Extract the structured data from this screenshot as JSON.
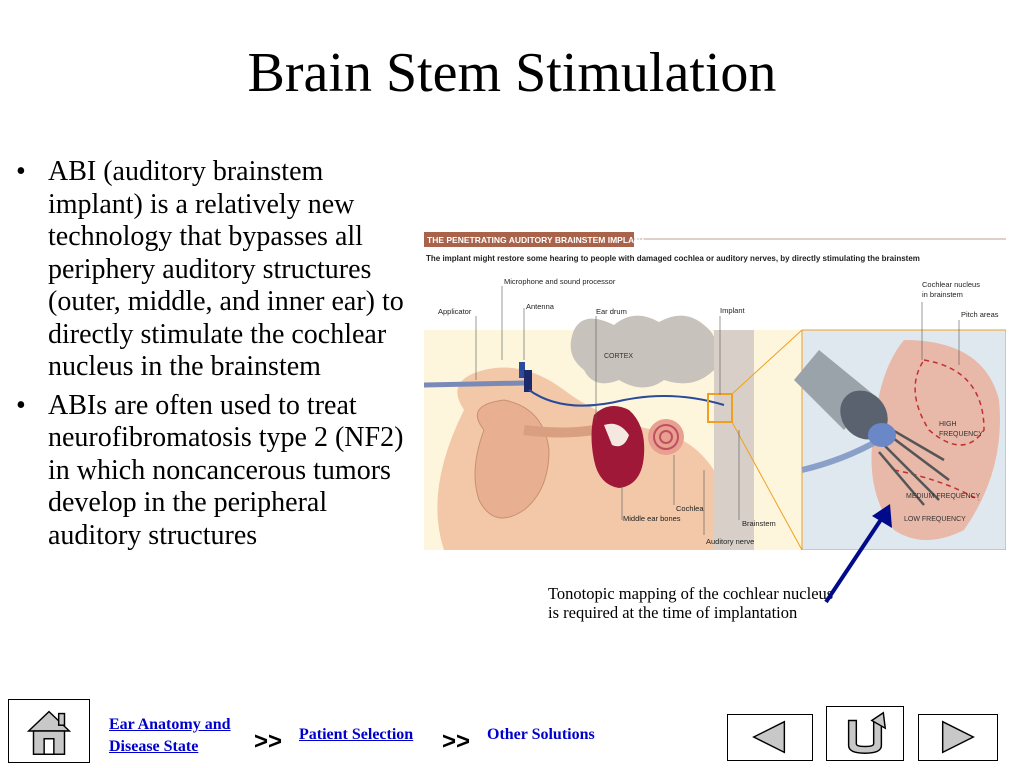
{
  "slide": {
    "title": "Brain Stem Stimulation",
    "bullets": [
      "ABI (auditory brainstem implant) is a relatively new technology that bypasses all periphery auditory structures (outer, middle, and inner ear) to directly stimulate the cochlear nucleus in the brainstem",
      "ABIs are often used to treat neurofibromatosis type 2 (NF2) in which noncancerous tumors develop in the peripheral auditory structures"
    ],
    "bullet_symbol": "•",
    "caption": "Tonotopic mapping of the cochlear nucleus is required at the time of implantation"
  },
  "figure": {
    "header": "THE PENETRATING AUDITORY BRAINSTEM IMPLANT",
    "subheader": "The implant might restore some hearing to people with damaged cochlea or auditory nerves, by directly stimulating the brainstem",
    "labels": {
      "applicator": "Applicator",
      "microphone": "Microphone and sound processor",
      "antenna": "Antenna",
      "ear_drum": "Ear drum",
      "implant": "Implant",
      "cochlear_nucleus_1": "Cochlear nucleus",
      "cochlear_nucleus_2": "in brainstem",
      "pitch_areas": "Pitch areas",
      "cortex": "CORTEX",
      "high_frequency_1": "HIGH",
      "high_frequency_2": "FREQUENCY",
      "medium_frequency": "MEDIUM FREQUENCY",
      "low_frequency": "LOW FREQUENCY",
      "cochlea": "Cochlea",
      "middle_ear_bones": "Middle ear bones",
      "brainstem": "Brainstem",
      "auditory_nerve": "Auditory nerve"
    },
    "colors": {
      "header_bg": "#a8634a",
      "brain": "#c8c2bc",
      "skin": "#f2c8a8",
      "yellow": "#fbeec0",
      "red": "#a01838",
      "nerve_blue": "#2a4a9a",
      "highlight": "#f0a020"
    }
  },
  "nav": {
    "link_anatomy_1": "Ear Anatomy and",
    "link_anatomy_2": "Disease State",
    "separator": ">>",
    "link_patient": "Patient Selection",
    "link_other": "Other Solutions"
  }
}
